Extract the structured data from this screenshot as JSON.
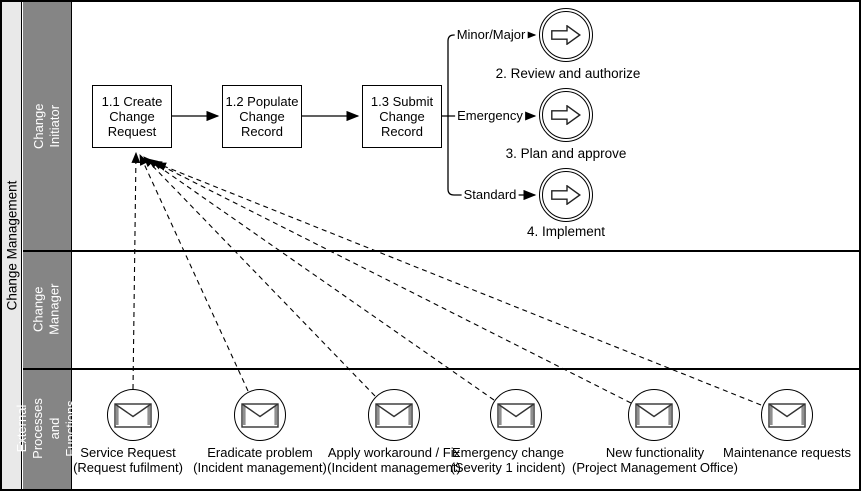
{
  "colors": {
    "pool_band_bg": "#e9e9e9",
    "lane_band_bg": "#858585",
    "lane_label_text": "#ffffff",
    "line": "#000000",
    "text": "#000000"
  },
  "pool": {
    "label": "Change Management"
  },
  "lanes": [
    {
      "label": "Change Initiator"
    },
    {
      "label": "Change Manager"
    },
    {
      "label": "External Processes\nand Functions"
    }
  ],
  "tasks": [
    {
      "label": "1.1 Create Change Request"
    },
    {
      "label": "1.2 Populate Change Record"
    },
    {
      "label": "1.3 Submit Change Record"
    }
  ],
  "branches": [
    {
      "condition": "Minor/Major",
      "event_label": "2. Review and authorize"
    },
    {
      "condition": "Emergency",
      "event_label": "3. Plan and approve"
    },
    {
      "condition": "Standard",
      "event_label": "4. Implement"
    }
  ],
  "triggers": [
    {
      "title": "Service Request",
      "subtitle": "(Request fufilment)"
    },
    {
      "title": "Eradicate problem",
      "subtitle": "(Incident management)"
    },
    {
      "title": "Apply workaround / Fix",
      "subtitle": "(Incident management)"
    },
    {
      "title": "Emergency change",
      "subtitle": "(Severity 1 incident)"
    },
    {
      "title": "New functionality",
      "subtitle": "(Project Management Office)"
    },
    {
      "title": "Maintenance requests",
      "subtitle": ""
    }
  ],
  "icons": {
    "event_icon": "arrow-right-icon",
    "trigger_icon": "envelope-icon"
  }
}
